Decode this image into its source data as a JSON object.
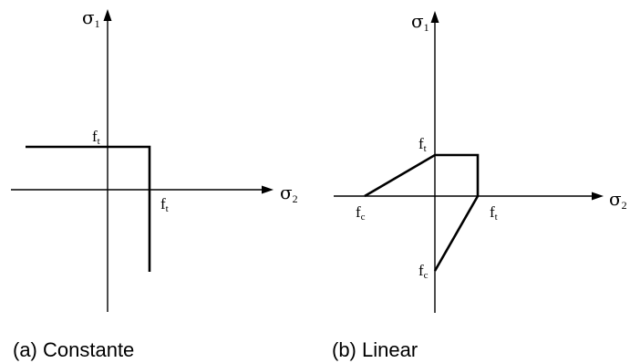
{
  "diagrams": [
    {
      "caption": "(a) Constante",
      "y_axis_label": {
        "symbol": "σ",
        "subscript": "1"
      },
      "x_axis_label": {
        "symbol": "σ",
        "subscript": "2"
      },
      "tension_label_y": {
        "symbol": "f",
        "subscript": "t"
      },
      "tension_label_x": {
        "symbol": "f",
        "subscript": "t"
      }
    },
    {
      "caption": "(b) Linear",
      "y_axis_label": {
        "symbol": "σ",
        "subscript": "1"
      },
      "x_axis_label": {
        "symbol": "σ",
        "subscript": "2"
      },
      "tension_label_y": {
        "symbol": "f",
        "subscript": "t"
      },
      "tension_label_x": {
        "symbol": "f",
        "subscript": "t"
      },
      "compression_label_x": {
        "symbol": "f",
        "subscript": "c"
      },
      "compression_label_y": {
        "symbol": "f",
        "subscript": "c"
      }
    }
  ]
}
